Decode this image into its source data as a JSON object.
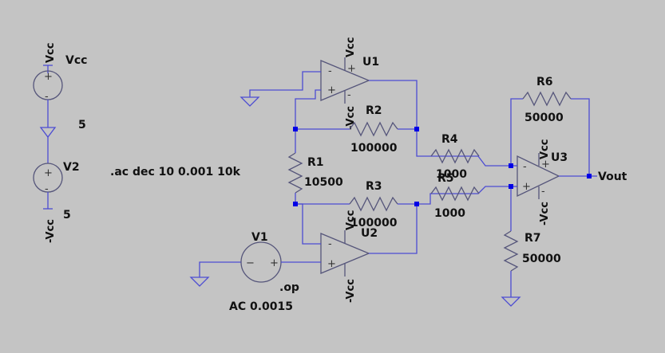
{
  "supplies": {
    "vcc_pos": {
      "ref": "Vcc",
      "net_top": "Vcc",
      "value": "5"
    },
    "vcc_neg": {
      "ref": "V2",
      "net_bottom": "-Vcc",
      "value": "5"
    }
  },
  "source": {
    "ref": "V1",
    "value": "AC 0.0015",
    "directive": ".op"
  },
  "directive_ac": ".ac dec 10 0.001 10k",
  "opamps": [
    {
      "ref": "U1",
      "vpos": "Vcc",
      "vneg": "-Vcc"
    },
    {
      "ref": "U2",
      "vpos": "Vcc",
      "vneg": "-Vcc"
    },
    {
      "ref": "U3",
      "vpos": "Vcc",
      "vneg": "-Vcc"
    }
  ],
  "resistors": [
    {
      "ref": "R1",
      "value": "10500"
    },
    {
      "ref": "R2",
      "value": "100000"
    },
    {
      "ref": "R3",
      "value": "100000"
    },
    {
      "ref": "R4",
      "value": "1000"
    },
    {
      "ref": "R5",
      "value": "1000"
    },
    {
      "ref": "R6",
      "value": "50000"
    },
    {
      "ref": "R7",
      "value": "50000"
    }
  ],
  "output_net": "Vout",
  "symbols": {
    "plus": "+",
    "minus": "−",
    "minus_ascii": "-"
  }
}
